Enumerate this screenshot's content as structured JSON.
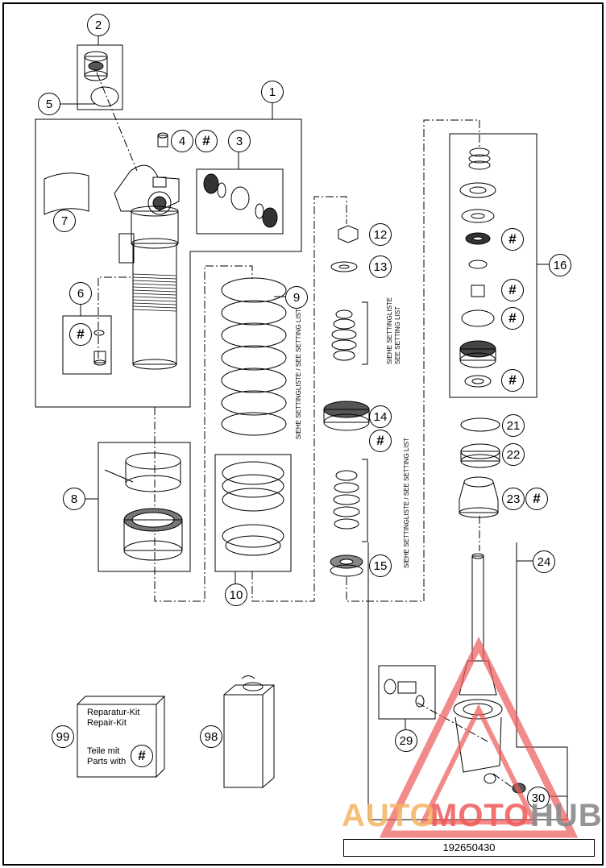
{
  "callouts": [
    {
      "id": "c1",
      "label": "1"
    },
    {
      "id": "c2",
      "label": "2"
    },
    {
      "id": "c3",
      "label": "3"
    },
    {
      "id": "c4",
      "label": "4"
    },
    {
      "id": "c5",
      "label": "5"
    },
    {
      "id": "c6",
      "label": "6"
    },
    {
      "id": "c7",
      "label": "7"
    },
    {
      "id": "c8",
      "label": "8"
    },
    {
      "id": "c9",
      "label": "9"
    },
    {
      "id": "c10",
      "label": "10"
    },
    {
      "id": "c12",
      "label": "12"
    },
    {
      "id": "c13",
      "label": "13"
    },
    {
      "id": "c14",
      "label": "14"
    },
    {
      "id": "c15",
      "label": "15"
    },
    {
      "id": "c16",
      "label": "16"
    },
    {
      "id": "c21",
      "label": "21"
    },
    {
      "id": "c22",
      "label": "22"
    },
    {
      "id": "c23",
      "label": "23"
    },
    {
      "id": "c24",
      "label": "24"
    },
    {
      "id": "c29",
      "label": "29"
    },
    {
      "id": "c30",
      "label": "30"
    },
    {
      "id": "c98",
      "label": "98"
    },
    {
      "id": "c99",
      "label": "99"
    }
  ],
  "hash_symbol": "#",
  "setting_list_text": "SIEHE SETTINGLISTE / SEE SETTING LIST",
  "setting_list_de": "SIEHE SETTINGLISTE",
  "setting_list_en": "SEE SETTING LIST",
  "repair_kit": {
    "title_de": "Reparatur-Kit",
    "title_en": "Repair-Kit",
    "parts_de": "Teile mit",
    "parts_en": "Parts with"
  },
  "diagram_number": "192650430",
  "watermark": {
    "part1": "AUTO",
    "part2": "MOTO",
    "part3": "HUB"
  },
  "colors": {
    "line": "#000000",
    "watermark_orange": "#f5b461",
    "watermark_red": "#ef5a5a",
    "watermark_gray": "#8a8a8a"
  }
}
